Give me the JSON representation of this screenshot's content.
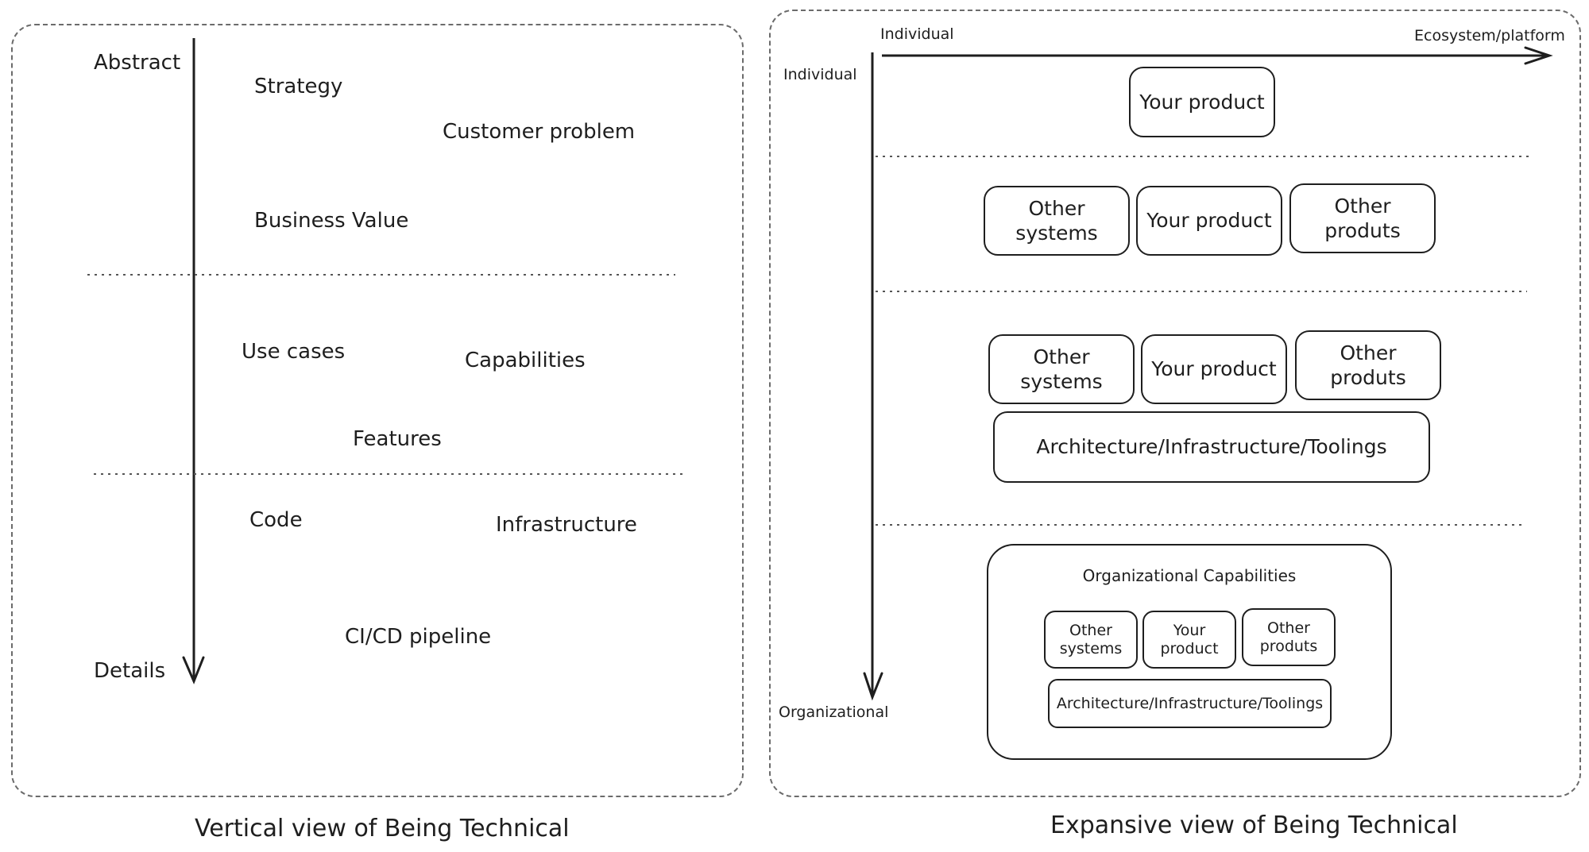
{
  "left": {
    "axis": {
      "top": "Abstract",
      "bottom": "Details"
    },
    "items": {
      "strategy": "Strategy",
      "customer_problem": "Customer problem",
      "business_value": "Business Value",
      "use_cases": "Use cases",
      "capabilities": "Capabilities",
      "features": "Features",
      "code": "Code",
      "infrastructure": "Infrastructure",
      "cicd": "CI/CD pipeline"
    },
    "caption": "Vertical view of Being Technical"
  },
  "right": {
    "x_axis": {
      "start": "Individual",
      "end": "Ecosystem/platform"
    },
    "y_axis": {
      "start": "Individual",
      "end": "Organizational"
    },
    "level1": {
      "your_product": "Your product"
    },
    "level2": {
      "other_systems": "Other systems",
      "your_product": "Your product",
      "other_products": "Other produts"
    },
    "level3": {
      "other_systems": "Other systems",
      "your_product": "Your product",
      "other_products": "Other produts",
      "architecture": "Architecture/Infrastructure/Toolings"
    },
    "level4": {
      "title": "Organizational Capabilities",
      "other_systems": "Other systems",
      "your_product": "Your product",
      "other_products": "Other produts",
      "architecture": "Architecture/Infrastructure/Toolings"
    },
    "caption": "Expansive view of Being Technical"
  }
}
